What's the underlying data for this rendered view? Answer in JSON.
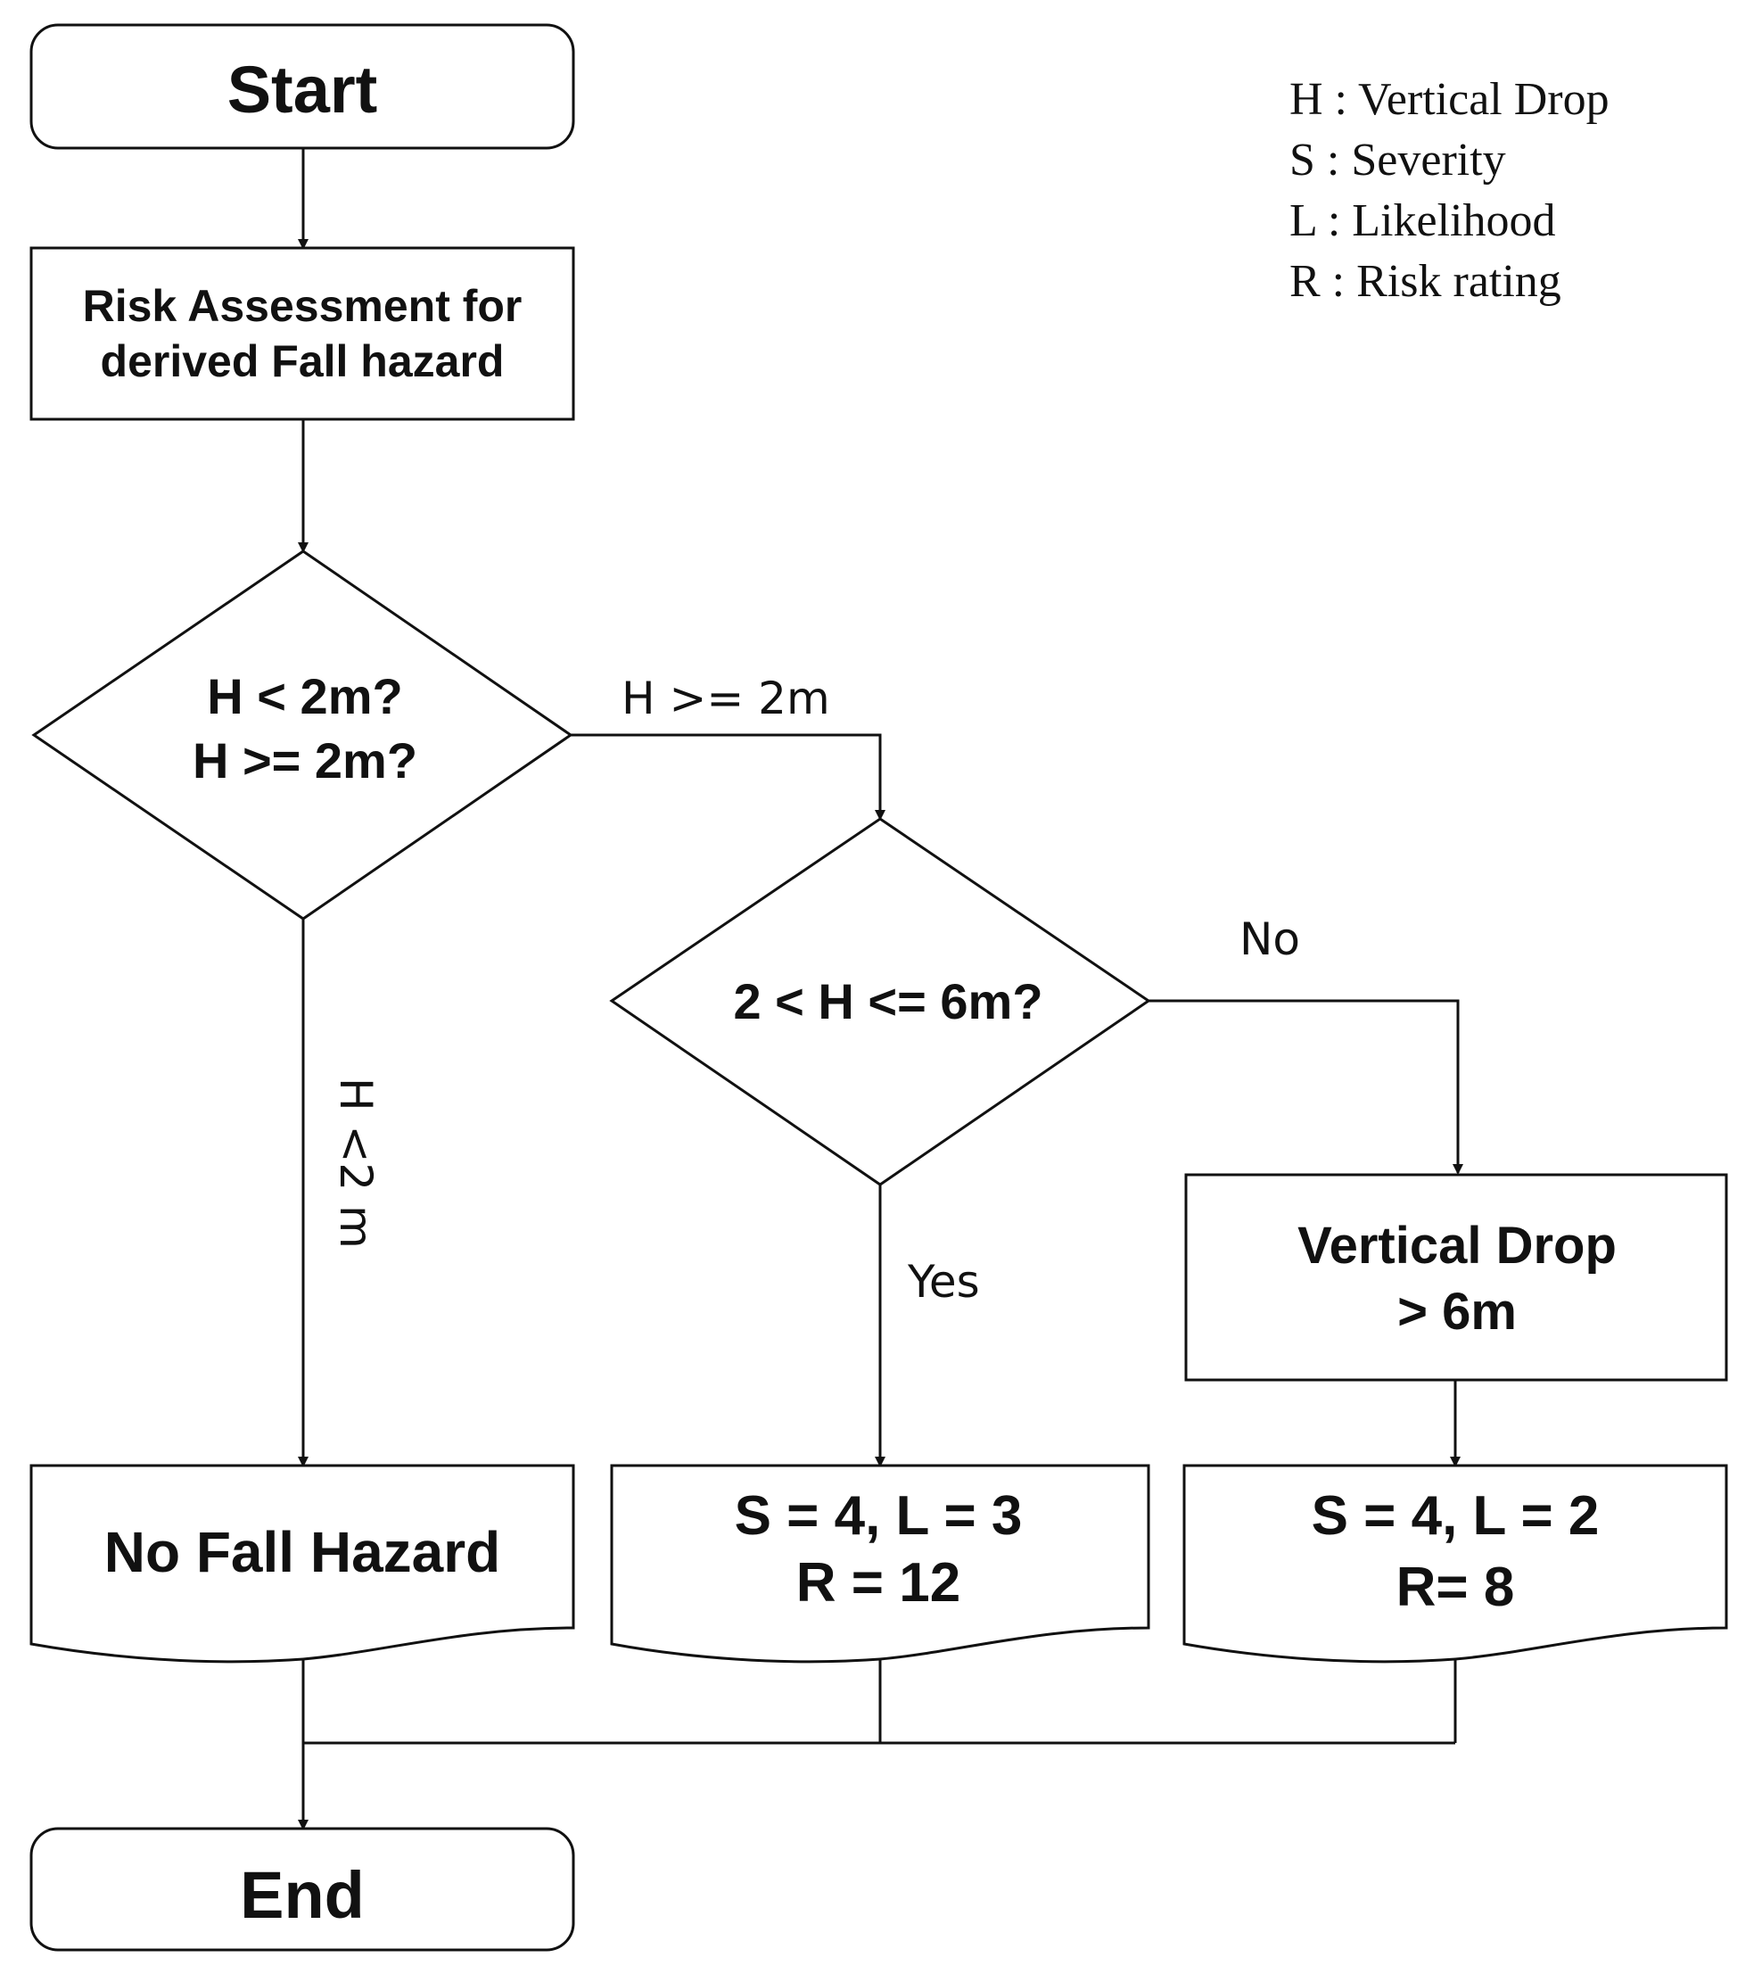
{
  "colors": {
    "stroke": "#111111",
    "background": "#ffffff",
    "text": "#111111"
  },
  "legend": [
    "H : Vertical Drop",
    "S : Severity",
    "L : Likelihood",
    "R : Risk rating"
  ],
  "nodes": {
    "start": {
      "label": "Start"
    },
    "assessment": {
      "line1": "Risk Assessment for",
      "line2": "derived Fall hazard"
    },
    "decision1": {
      "line1": "H  <  2m?",
      "line2": "H  >=  2m?"
    },
    "decision2": {
      "label": "2  <  H  <=  6m?"
    },
    "vertical_drop": {
      "line1": "Vertical Drop",
      "line2": ">  6m"
    },
    "no_fall": {
      "label": "No   Fall Hazard"
    },
    "result_mid": {
      "line1": "S  =  4,  L  =  3",
      "line2": "R  =  12"
    },
    "result_right": {
      "line1": "S  =  4,  L  =  2",
      "line2": "R=  8"
    },
    "end": {
      "label": "End"
    }
  },
  "edge_labels": {
    "ge2": "H  >=  2m",
    "no": "No",
    "yes": "Yes",
    "lt2": "H <2 m"
  }
}
